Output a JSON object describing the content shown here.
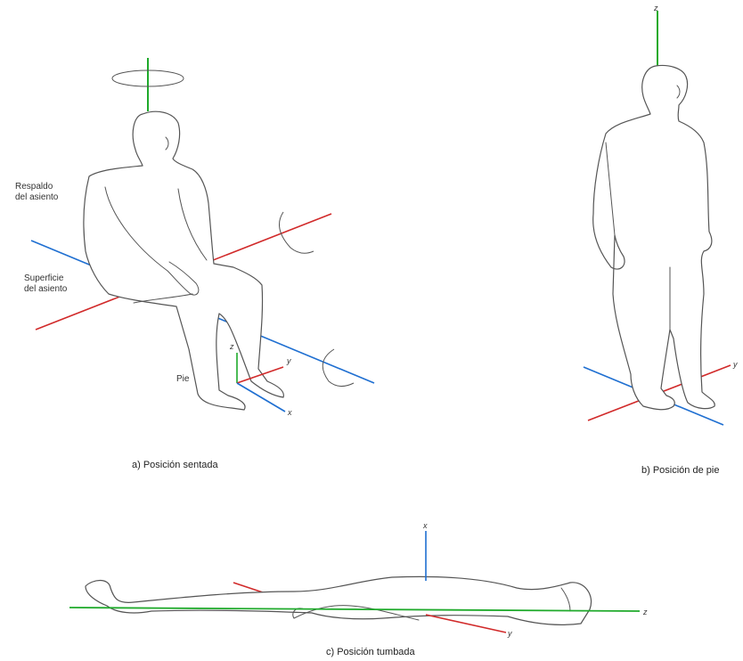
{
  "panels": {
    "sitting": {
      "caption": "a) Posición sentada",
      "labels": {
        "backrest": "Respaldo\ndel asiento",
        "seat": "Superficie\ndel asiento",
        "foot": "Pie"
      },
      "axes": {
        "x": "x",
        "y": "y",
        "z": "z"
      }
    },
    "standing": {
      "caption": "b) Posición de pie",
      "axes": {
        "y": "y",
        "z": "z"
      }
    },
    "lying": {
      "caption": "c) Posición tumbada",
      "axes": {
        "x": "x",
        "y": "y",
        "z": "z"
      }
    }
  },
  "colors": {
    "x_axis": "#1f6fd1",
    "y_axis": "#d12a2a",
    "z_axis": "#1faa2b",
    "figure_outline": "#555555"
  }
}
